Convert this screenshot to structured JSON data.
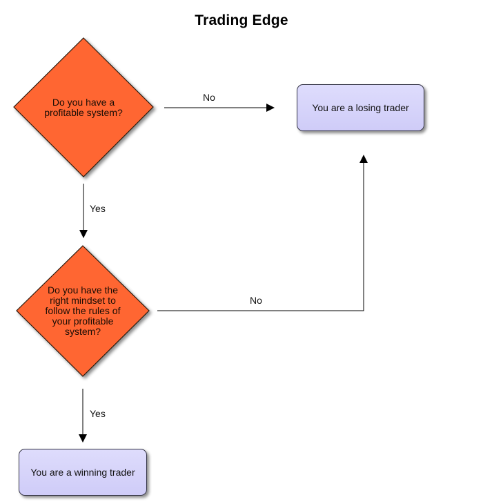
{
  "diagram": {
    "title": "Trading Edge",
    "nodes": {
      "decision_system": "Do you have a profitable system?",
      "decision_mindset": "Do you have the right mindset to follow the rules of your profitable system?",
      "losing": "You are a losing trader",
      "winning": "You are a winning trader"
    },
    "edges": {
      "system_no": "No",
      "system_yes": "Yes",
      "mindset_no": "No",
      "mindset_yes": "Yes"
    },
    "colors": {
      "decision_fill": "#ff6633",
      "process_fill": "#d6d4fa"
    }
  }
}
